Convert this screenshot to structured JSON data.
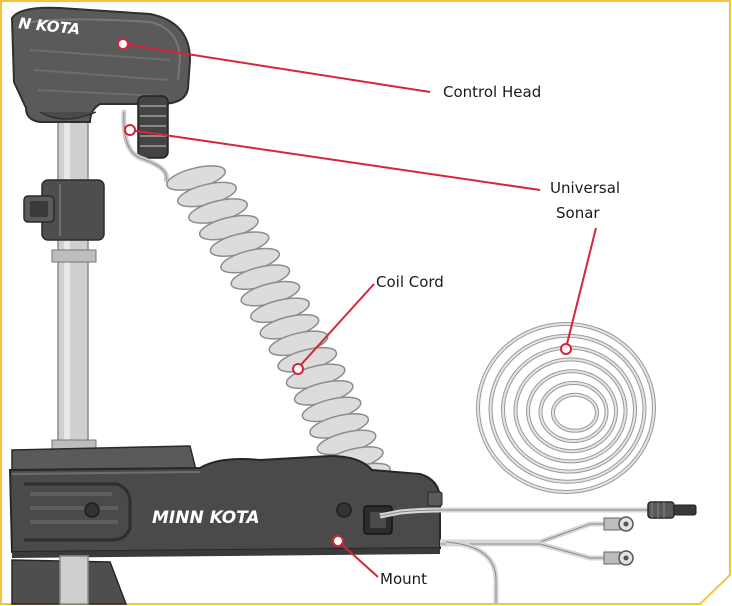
{
  "brand": {
    "head_logo": "N KOTA",
    "mount_logo": "MINN KOTA"
  },
  "callouts": [
    {
      "id": "control-head",
      "label": "Control Head"
    },
    {
      "id": "universal-sonar",
      "label_line1": "Universal",
      "label_line2": "Sonar"
    },
    {
      "id": "coil-cord",
      "label": "Coil Cord"
    },
    {
      "id": "mount",
      "label": "Mount"
    }
  ],
  "colors": {
    "frame": "#f5c342",
    "callout_line": "#d4253a",
    "body_dark": "#4a4a4a",
    "body_mid": "#6b6b6b",
    "shaft": "#c9c9c9",
    "coil": "#d9d9d9"
  }
}
